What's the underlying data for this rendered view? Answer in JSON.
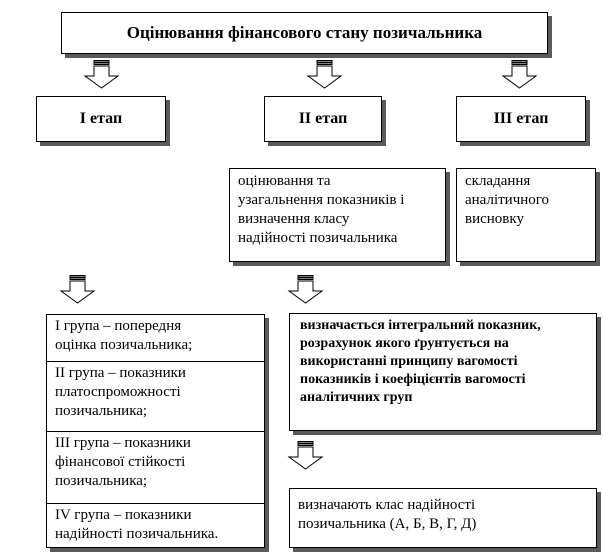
{
  "title": "Оцінювання фінансового стану позичальника",
  "stages": {
    "s1": "І етап",
    "s2": "ІІ етап",
    "s3": "ІІІ етап"
  },
  "stage2_desc": [
    "оцінювання  та",
    "узагальнення  показників  і",
    "визначення  класу",
    "надійності  позичальника"
  ],
  "stage3_desc": [
    "складання",
    "аналітичного",
    "висновку"
  ],
  "groups": [
    [
      "І група  – попередня",
      "оцінка  позичальника;"
    ],
    [
      "ІІ група  – показники",
      "платоспроможності",
      "позичальника;"
    ],
    [
      "ІІІ група – показники",
      "фінансової  стійкості",
      "позичальника;"
    ],
    [
      "ІV група  – показники",
      "надійності  позичальника."
    ]
  ],
  "integral": [
    "визначається  інтегральний  показник,",
    "розрахунок  якого ґрунтується  на",
    "використанні  принципу  вагомості",
    "показників  і  коефіцієнтів  вагомості",
    "аналітичних  груп"
  ],
  "classes": [
    "визначають  клас  надійності",
    "позичальника  (А, Б, В, Г, Д)"
  ]
}
